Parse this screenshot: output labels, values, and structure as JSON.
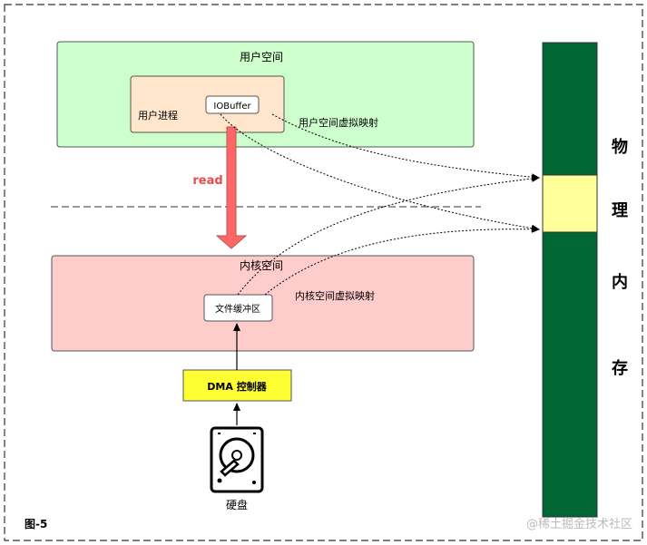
{
  "labels": {
    "user_space": "用户空间",
    "user_process": "用户进程",
    "io_buffer": "IOBuffer",
    "user_vmap": "用户空间虚拟映射",
    "read": "read",
    "kernel_space": "内核空间",
    "file_buffer": "文件缓冲区",
    "kernel_vmap": "内核空间虚拟映射",
    "dma": "DMA 控制器",
    "disk": "硬盘",
    "phys_mem": [
      "物",
      "理",
      "内",
      "存"
    ],
    "figure": "图-5",
    "watermark": "@稀土掘金技术社区"
  },
  "colors": {
    "user_space_fill": "#ccffcc",
    "user_process_fill": "#ffe6cc",
    "kernel_space_fill": "#ffcccc",
    "dma_fill": "#ffff33",
    "phys_mem_fill": "#006633",
    "mapped_region_fill": "#ffff99",
    "read_arrow": "#ff6666",
    "read_text": "#e84c4c"
  },
  "icons": {
    "disk": "hard-disk-icon"
  }
}
